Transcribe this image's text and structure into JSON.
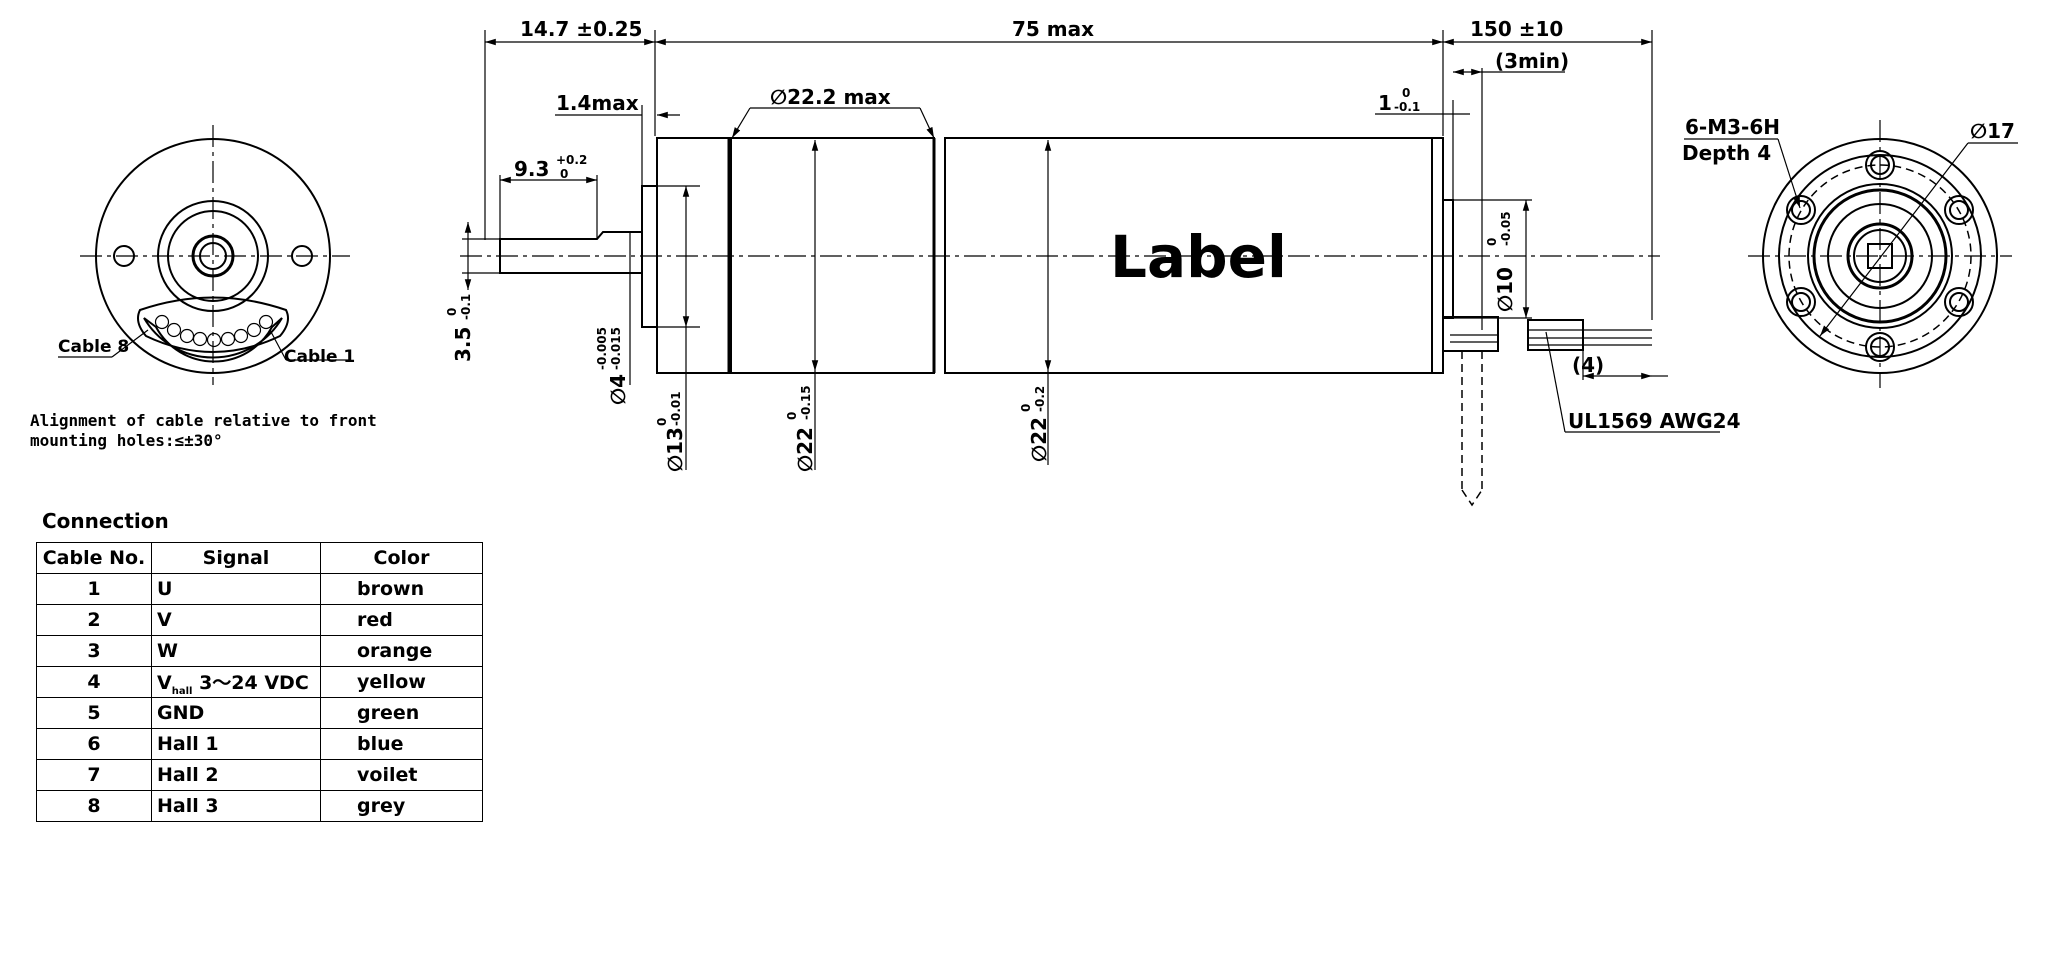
{
  "dimensions": {
    "shaft_length": "14.7 ±0.25",
    "body_length": "75 max",
    "cable_length": "150 ±10",
    "cable_min": "(3min)",
    "flange_thickness": "1.4max",
    "body_dia_front": "∅22.2 max",
    "rear_step": "1",
    "rear_step_tol_upper": "0",
    "rear_step_tol_lower": "-0.1",
    "flat_length": "9.3",
    "flat_tol_upper": "+0.2",
    "flat_tol_lower": "0",
    "shaft_flat": "3.5",
    "shaft_flat_tol_upper": "0",
    "shaft_flat_tol_lower": "-0.1",
    "shaft_dia": "∅4",
    "shaft_dia_tol_upper": "-0.005",
    "shaft_dia_tol_lower": "-0.015",
    "pilot_dia": "∅13",
    "pilot_dia_tol_upper": "0",
    "pilot_dia_tol_lower": "-0.01",
    "gear_dia": "∅22",
    "gear_dia_tol_upper": "0",
    "gear_dia_tol_lower": "-0.15",
    "motor_dia": "∅22",
    "motor_dia_tol_upper": "0",
    "motor_dia_tol_lower": "-0.2",
    "rear_boss_dia": "∅10",
    "rear_boss_tol_upper": "0",
    "rear_boss_tol_lower": "-0.05",
    "cable_end": "(4)",
    "cable_spec": "UL1569 AWG24",
    "holes": "6-M3-6H",
    "hole_depth": "Depth 4",
    "pcd": "∅17"
  },
  "label": "Label",
  "rear_view": {
    "cable_first": "Cable 1",
    "cable_last": "Cable 8"
  },
  "note": {
    "line1": "Alignment of cable relative to front",
    "line2": "mounting holes:≤±30°"
  },
  "connection": {
    "title": "Connection",
    "headers": [
      "Cable No.",
      "Signal",
      "Color"
    ],
    "rows": [
      {
        "no": "1",
        "signal": "U",
        "color": "brown"
      },
      {
        "no": "2",
        "signal": "V",
        "color": "red"
      },
      {
        "no": "3",
        "signal": "W",
        "color": "orange"
      },
      {
        "no": "4",
        "signal": "V",
        "signal_sub": "hall",
        "signal_rest": " 3～24 VDC",
        "color": "yellow"
      },
      {
        "no": "5",
        "signal": "GND",
        "color": "green"
      },
      {
        "no": "6",
        "signal": "Hall 1",
        "color": "blue"
      },
      {
        "no": "7",
        "signal": "Hall 2",
        "color": "voilet"
      },
      {
        "no": "8",
        "signal": "Hall 3",
        "color": "grey"
      }
    ]
  }
}
